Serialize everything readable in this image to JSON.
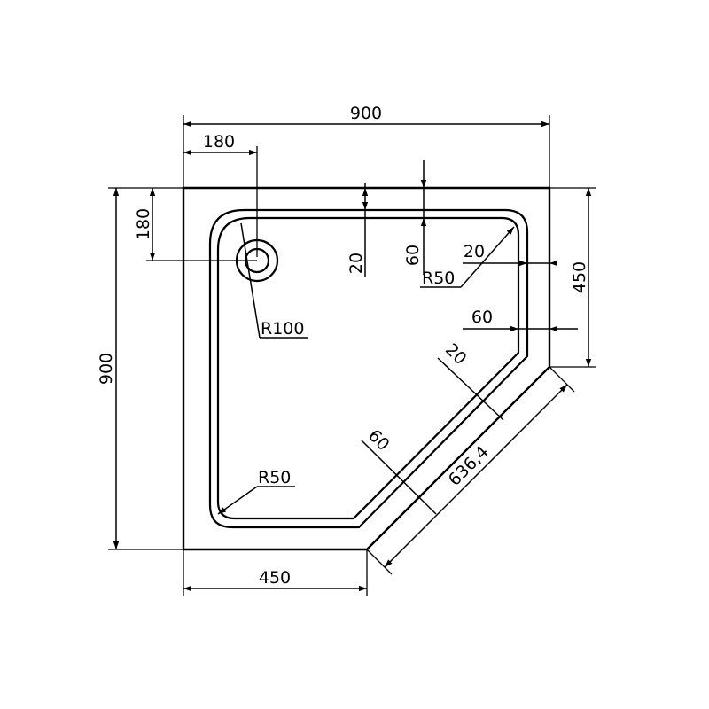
{
  "labels": {
    "width_top": "900",
    "drain_offset_x": "180",
    "drain_offset_y": "180",
    "rim_top": "20",
    "basin_top": "60",
    "rim_right": "20",
    "corner_radius_top_right": "R50",
    "side_right": "450",
    "basin_right": "60",
    "drain_radius": "R100",
    "height_left": "900",
    "rim_diagonal": "20",
    "basin_diagonal": "60",
    "diagonal_length": "636,4",
    "corner_radius_bottom_left": "R50",
    "width_bottom": "450"
  }
}
